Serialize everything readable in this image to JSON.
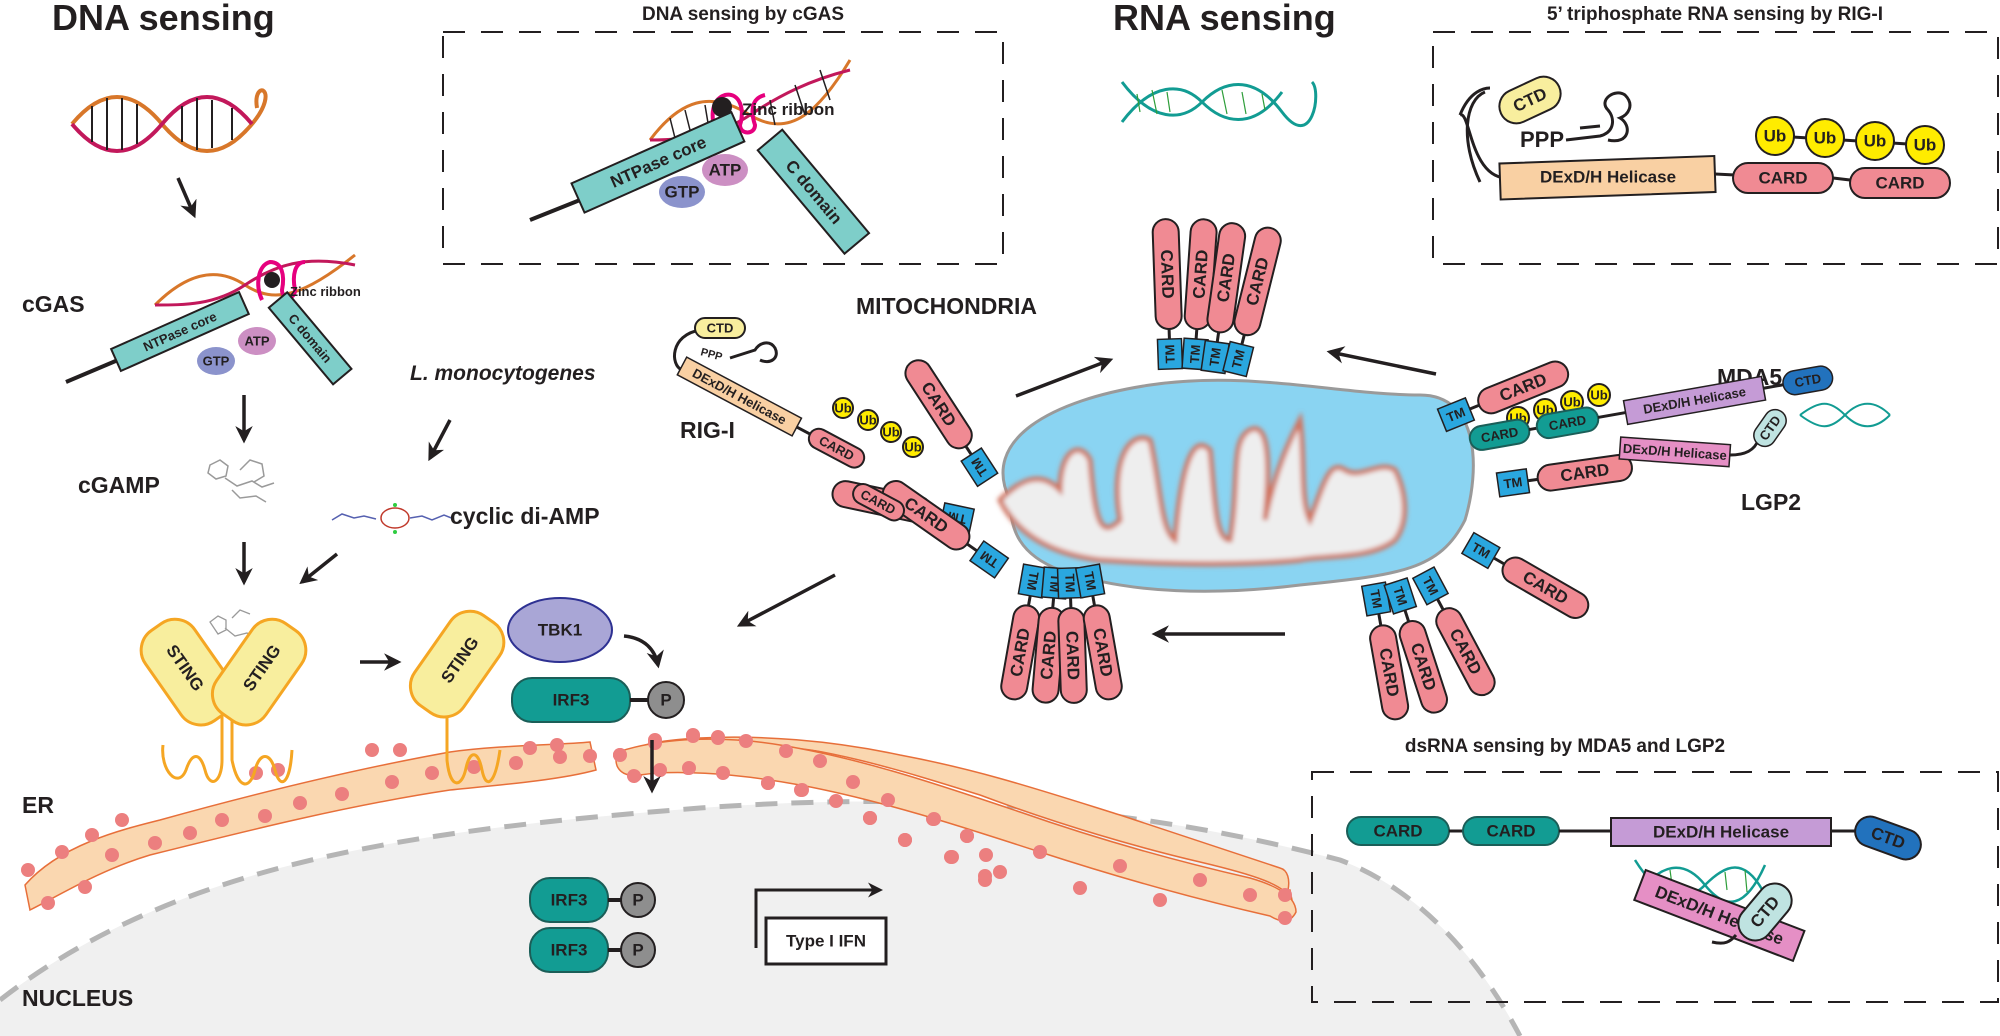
{
  "titles": {
    "dna_sensing": "DNA sensing",
    "rna_sensing": "RNA sensing",
    "box_cgas": "DNA sensing by cGAS",
    "box_rigi": "5’ triphosphate RNA sensing by RIG-I",
    "box_mda5": "dsRNA sensing by MDA5 and LGP2"
  },
  "labels": {
    "cgas": "cGAS",
    "cgamp": "cGAMP",
    "listeria": "L. monocytogenes",
    "cyclic_di_amp": "cyclic di-AMP",
    "er": "ER",
    "nucleus": "NUCLEUS",
    "mitochondria": "MITOCHONDRIA",
    "rigi": "RIG-I",
    "mda5": "MDA5",
    "lgp2": "LGP2"
  },
  "domains": {
    "zinc_ribbon": "Zinc ribbon",
    "ntpase_core": "NTPase core",
    "c_domain": "C domain",
    "atp": "ATP",
    "gtp": "GTP",
    "sting": "STING",
    "tbk1": "TBK1",
    "irf3": "IRF3",
    "p": "P",
    "type1_ifn": "Type I IFN",
    "card": "CARD",
    "tm": "TM",
    "ub": "Ub",
    "ctd": "CTD",
    "ppp": "PPP",
    "helicase": "DExD/H Helicase"
  },
  "colors": {
    "card": "#f08a93",
    "tm": "#2aa7df",
    "ub": "#ffec00",
    "irf3": "#129c93",
    "sting": "#f8ee9e",
    "tbk1": "#a9a6d6",
    "mito": "#8ad4f2",
    "er": "#fad7b0",
    "nucleus": "#f0f0f0"
  }
}
